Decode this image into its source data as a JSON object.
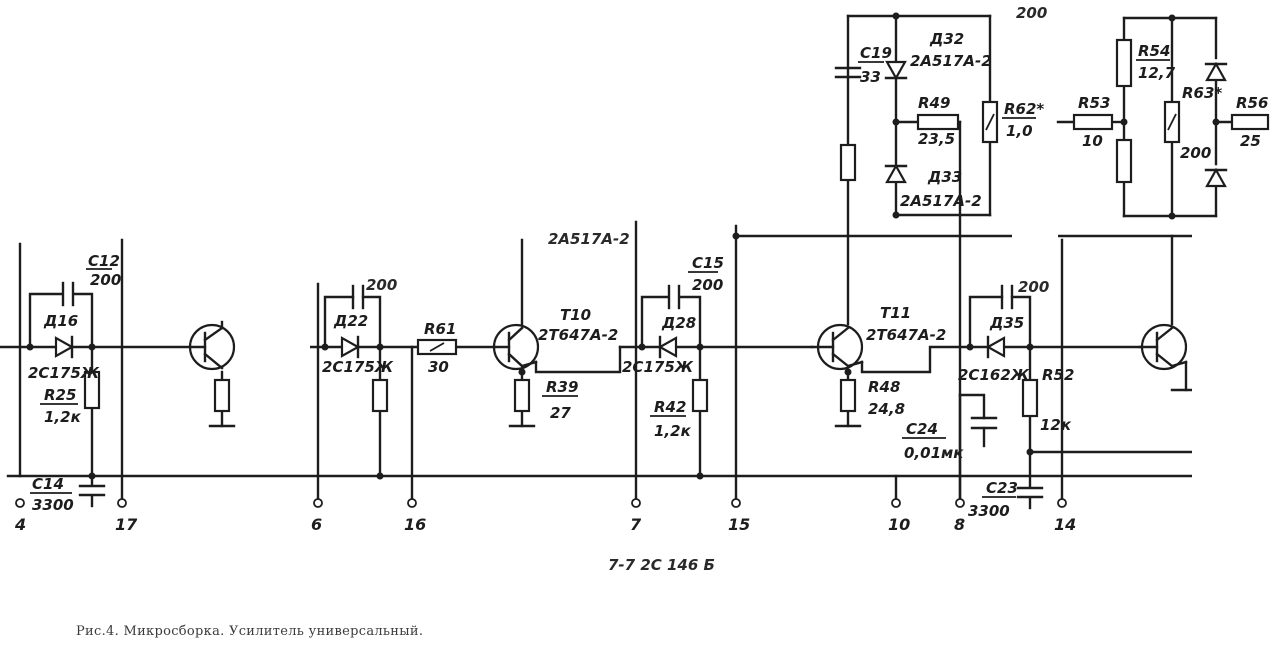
{
  "caption": "Рис.4. Микросборка. Усилитель универсальный.",
  "fragments": {
    "top_right": "200",
    "above_t10": "2A517A-2",
    "c13_value": "200",
    "c25_value": "200",
    "r62_value": "1,0",
    "bottom_note": "7-7 2С 146 Б"
  },
  "components": [
    {
      "name": "C12",
      "value": "200"
    },
    {
      "name": "Д16",
      "value": "2С175Ж"
    },
    {
      "name": "R25",
      "value": "1,2к"
    },
    {
      "name": "C14",
      "value": "3300"
    },
    {
      "name": "Д22",
      "value": "2С175Ж"
    },
    {
      "name": "R61",
      "value": "30"
    },
    {
      "name": "T10",
      "value": "2Т647А-2"
    },
    {
      "name": "R39",
      "value": "27"
    },
    {
      "name": "C15",
      "value": "200"
    },
    {
      "name": "Д28",
      "value": "2С175Ж"
    },
    {
      "name": "R42",
      "value": "1,2к"
    },
    {
      "name": "C19",
      "value": "33"
    },
    {
      "name": "Д32",
      "value": "2А517А-2"
    },
    {
      "name": "R49",
      "value": "23,5"
    },
    {
      "name": "R62*",
      "value": ""
    },
    {
      "name": "Д33",
      "value": "2А517А-2"
    },
    {
      "name": "T11",
      "value": "2Т647А-2"
    },
    {
      "name": "R48",
      "value": "24,8"
    },
    {
      "name": "C24",
      "value": "0,01мк"
    },
    {
      "name": "Д35",
      "value": "2С162Ж"
    },
    {
      "name": "R52",
      "value": "12к"
    },
    {
      "name": "C23",
      "value": "3300"
    },
    {
      "name": "R53",
      "value": "10"
    },
    {
      "name": "R54",
      "value": "12,7"
    },
    {
      "name": "R63*",
      "value": "200"
    },
    {
      "name": "R56",
      "value": "25"
    }
  ],
  "pins": [
    "4",
    "17",
    "6",
    "16",
    "7",
    "15",
    "10",
    "8",
    "14"
  ]
}
